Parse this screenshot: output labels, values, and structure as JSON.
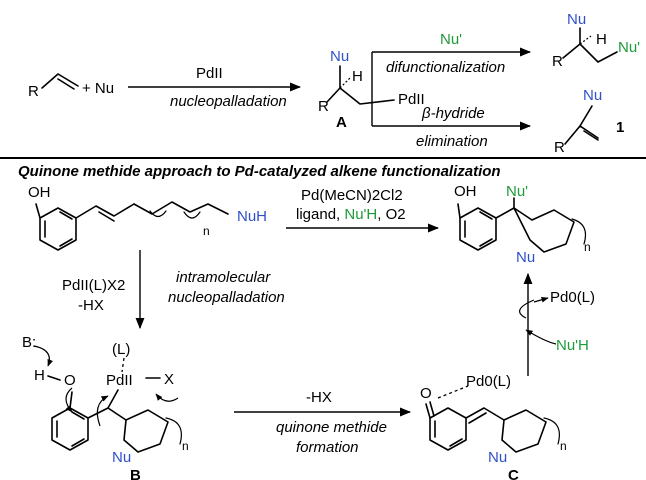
{
  "top": {
    "reagent_r": "R",
    "plus_nu": "+ Nu",
    "arrow1_above": "PdII",
    "arrow1_below": "nucleopalladation",
    "intermediate_a_nu": "Nu",
    "intermediate_a_h": "H",
    "intermediate_a_pd": "PdII",
    "intermediate_a_r": "R",
    "intermediate_a_label": "A",
    "branch_top_above": "Nu'",
    "branch_top_below": "difunctionalization",
    "product_top_nu": "Nu",
    "product_top_h": "H",
    "product_top_nup": "Nu'",
    "product_top_r": "R",
    "branch_bottom_above": "β-hydride",
    "branch_bottom_below": "elimination",
    "product_bottom_nu": "Nu",
    "product_bottom_r": "R",
    "product_bottom_label": "1"
  },
  "heading": "Quinone methide approach to Pd-catalyzed alkene functionalization",
  "bottom": {
    "sm_oh": "OH",
    "sm_n": "n",
    "sm_nuh": "NuH",
    "main_arrow_line1": "Pd(MeCN)2Cl2",
    "main_arrow_line2_prefix": "ligand, ",
    "main_arrow_line2_nu": "Nu'H",
    "main_arrow_line2_suffix": ", O2",
    "product_oh": "OH",
    "product_nup": "Nu'",
    "product_nu": "Nu",
    "product_n": "n",
    "down_left_line1": "PdII(L)X2",
    "down_left_line2": "-HX",
    "down_right_line1": "intramolecular",
    "down_right_line2": "nucleopalladation",
    "b_base": "B:",
    "b_h": "H",
    "b_o": "O",
    "b_l": "(L)",
    "b_pd": "PdII",
    "b_x": "X",
    "b_nu": "Nu",
    "b_n": "n",
    "b_label": "B",
    "arrow_bc_above": "-HX",
    "arrow_bc_below1": "quinone methide",
    "arrow_bc_below2": "formation",
    "c_o": "O",
    "c_pd": "Pd0(L)",
    "c_nu": "Nu",
    "c_n": "n",
    "c_label": "C",
    "up_pd": "Pd0(L)",
    "up_nuph": "Nu'H"
  }
}
